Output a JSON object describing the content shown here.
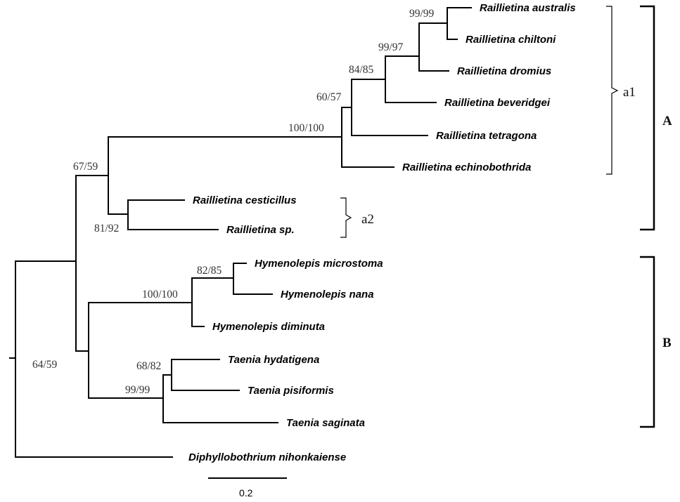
{
  "taxa": {
    "r_australis": "Raillietina australis",
    "r_chiltoni": "Raillietina chiltoni",
    "r_dromius": "Raillietina dromius",
    "r_beveridgei": "Raillietina beveridgei",
    "r_tetragona": "Raillietina tetragona",
    "r_echinobothrida": "Raillietina echinobothrida",
    "r_cesticillus": "Raillietina cesticillus",
    "r_sp": "Raillietina sp.",
    "h_microstoma": "Hymenolepis microstoma",
    "h_nana": "Hymenolepis nana",
    "h_diminuta": "Hymenolepis diminuta",
    "t_hydatigena": "Taenia hydatigena",
    "t_pisiformis": "Taenia pisiformis",
    "t_saginata": "Taenia saginata",
    "d_nihonkaiense": "Diphyllobothrium nihonkaiense"
  },
  "support": {
    "n_aus_chi": "99/99",
    "n_dro": "99/97",
    "n_bev": "84/85",
    "n_tet": "60/57",
    "n_a1": "100/100",
    "n_A": "67/59",
    "n_a2": "81/92",
    "n_hmn": "82/85",
    "n_hym": "100/100",
    "n_tae_hp": "68/82",
    "n_tae": "99/99",
    "n_ingroup": "64/59"
  },
  "clades": {
    "a1": "a1",
    "a2": "a2",
    "A": "A",
    "B": "B"
  },
  "scale_bar": {
    "label": "0.2"
  }
}
